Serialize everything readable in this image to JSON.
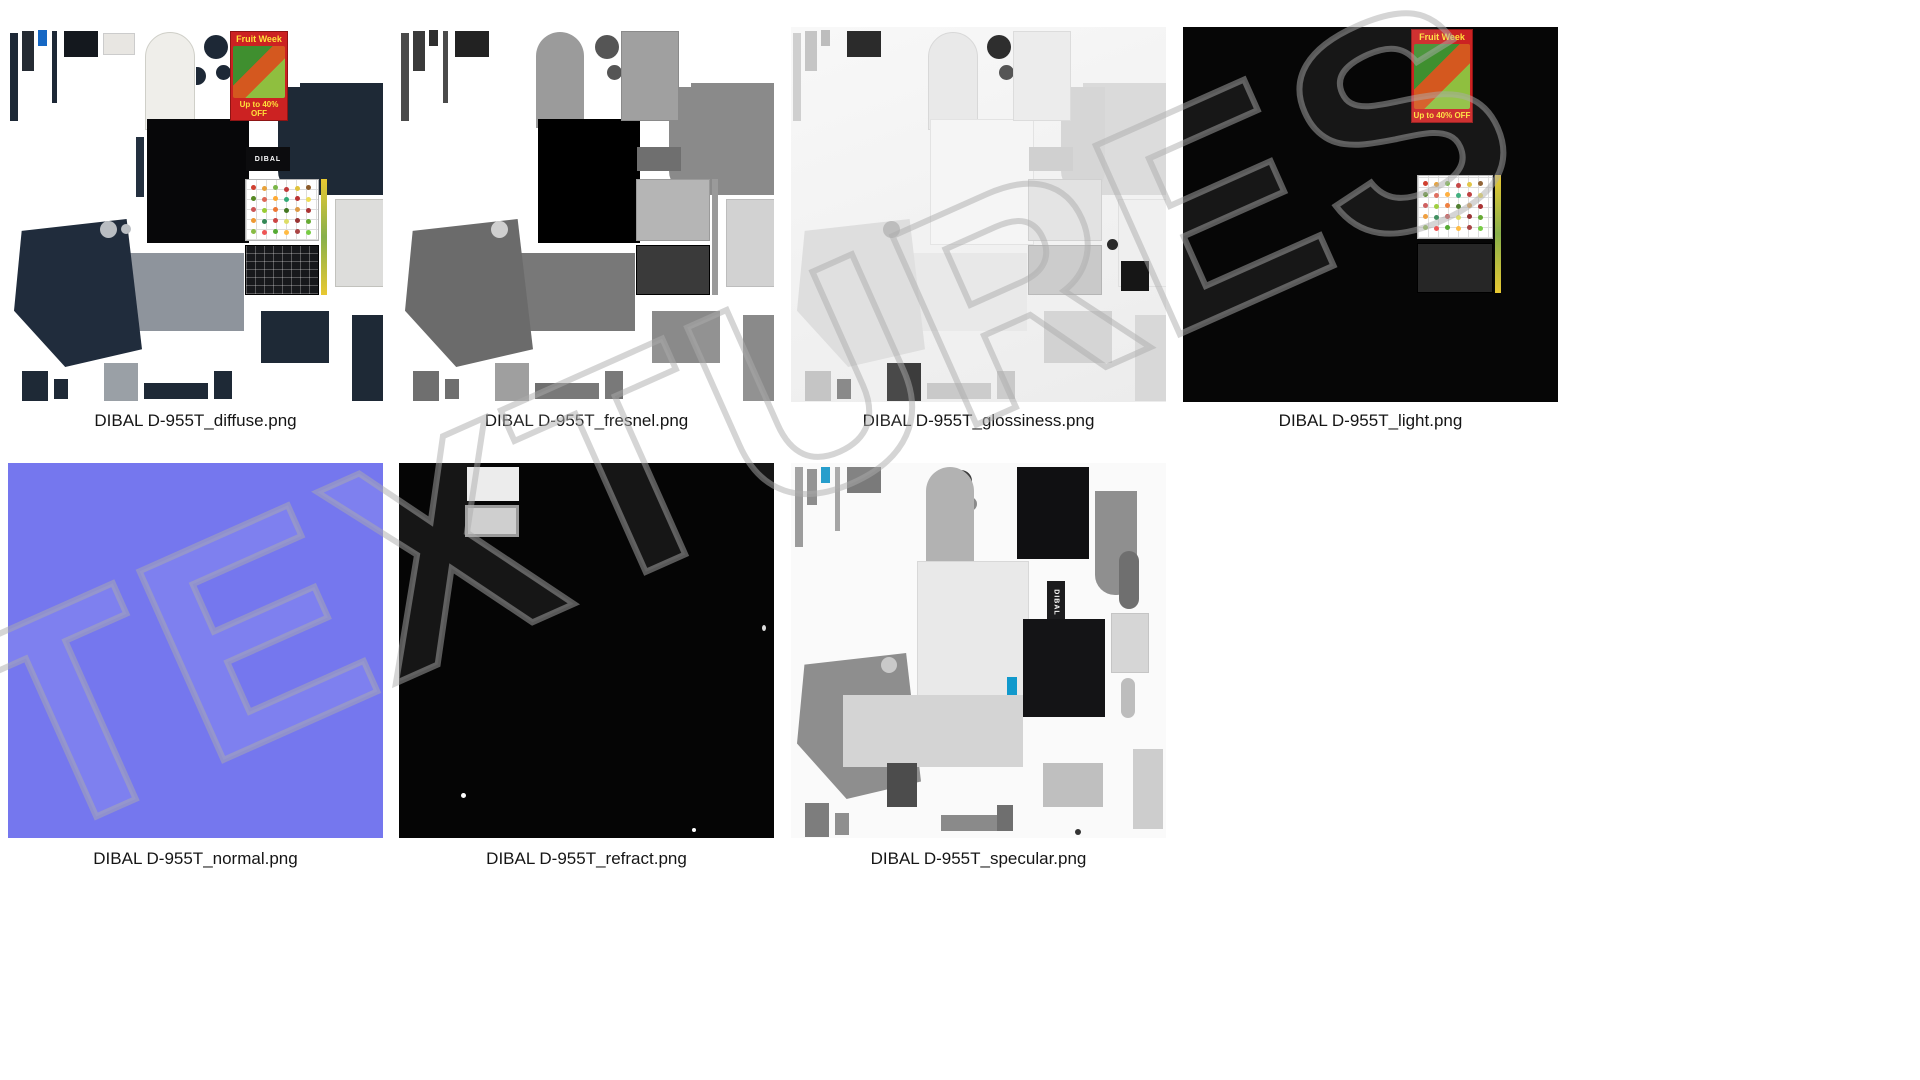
{
  "page": {
    "background": "#ffffff"
  },
  "watermark": {
    "text": "TEXTURES"
  },
  "labels": {
    "brand": "DIBAL",
    "promo_line1": "Fruit Week",
    "promo_line2": "Up to 40% OFF"
  },
  "colors": {
    "diffuse_navy": "#1e2936",
    "normal_map": "#7577ee",
    "promo_red": "#cc2222",
    "promo_yellow": "#ffe13a",
    "accent_blue": "#1668c4",
    "accent_teal": "#1797c9"
  },
  "textures": {
    "items": [
      {
        "filename": "DIBAL D-955T_diffuse.png"
      },
      {
        "filename": "DIBAL D-955T_fresnel.png"
      },
      {
        "filename": "DIBAL D-955T_glossiness.png"
      },
      {
        "filename": "DIBAL D-955T_light.png"
      },
      {
        "filename": "DIBAL D-955T_normal.png"
      },
      {
        "filename": "DIBAL D-955T_refract.png"
      },
      {
        "filename": "DIBAL D-955T_specular.png"
      }
    ]
  }
}
